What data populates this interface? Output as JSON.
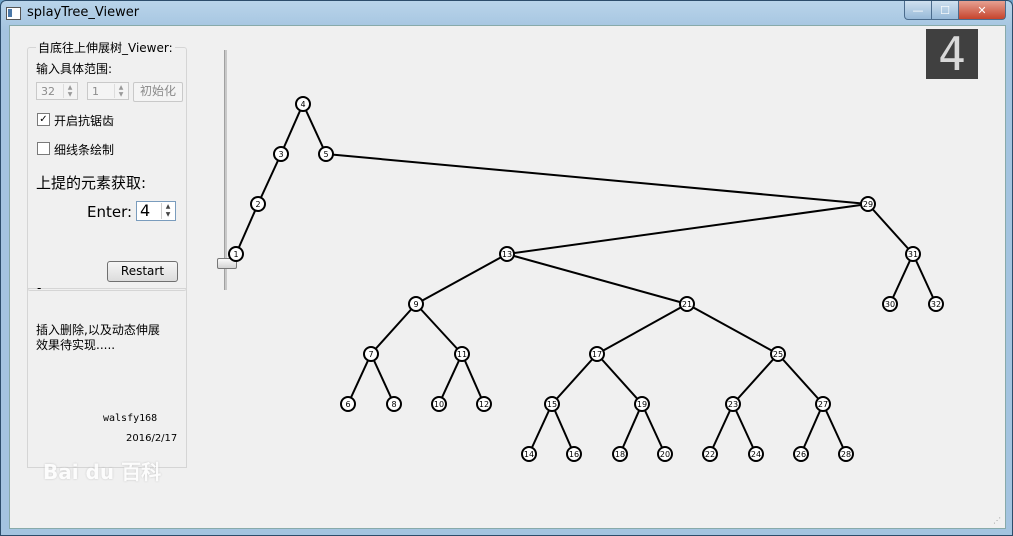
{
  "window": {
    "title": "splayTree_Viewer"
  },
  "controls": {
    "group_title": "自底往上伸展树_Viewer:",
    "range_label": "输入具体范围:",
    "range_max": "32",
    "range_min": "1",
    "init_button": "初始化",
    "antialias_label": "开启抗锯齿",
    "antialias_checked": "✓",
    "thin_lines_label": "细线条绘制",
    "lift_label": "上提的元素获取:",
    "enter_label": "Enter:",
    "enter_value": "4",
    "restart_button": "Restart"
  },
  "info": {
    "dash": "-",
    "note_line1": "插入删除,以及动态伸展",
    "note_line2": "效果待实现.....",
    "author": "walsfy168",
    "date": "2016/2/17"
  },
  "lcd_value": "4",
  "watermark": "Bai du 百科",
  "tree": {
    "nodes": [
      {
        "key": "4",
        "parent": null
      },
      {
        "key": "3",
        "parent": "4"
      },
      {
        "key": "5",
        "parent": "4"
      },
      {
        "key": "2",
        "parent": "3"
      },
      {
        "key": "1",
        "parent": "2"
      },
      {
        "key": "29",
        "parent": "5"
      },
      {
        "key": "13",
        "parent": "29"
      },
      {
        "key": "31",
        "parent": "29"
      },
      {
        "key": "30",
        "parent": "31"
      },
      {
        "key": "32",
        "parent": "31"
      },
      {
        "key": "9",
        "parent": "13"
      },
      {
        "key": "21",
        "parent": "13"
      },
      {
        "key": "7",
        "parent": "9"
      },
      {
        "key": "11",
        "parent": "9"
      },
      {
        "key": "6",
        "parent": "7"
      },
      {
        "key": "8",
        "parent": "7"
      },
      {
        "key": "10",
        "parent": "11"
      },
      {
        "key": "12",
        "parent": "11"
      },
      {
        "key": "17",
        "parent": "21"
      },
      {
        "key": "25",
        "parent": "21"
      },
      {
        "key": "15",
        "parent": "17"
      },
      {
        "key": "19",
        "parent": "17"
      },
      {
        "key": "23",
        "parent": "25"
      },
      {
        "key": "27",
        "parent": "25"
      },
      {
        "key": "14",
        "parent": "15"
      },
      {
        "key": "16",
        "parent": "15"
      },
      {
        "key": "18",
        "parent": "19"
      },
      {
        "key": "20",
        "parent": "19"
      },
      {
        "key": "22",
        "parent": "23"
      },
      {
        "key": "24",
        "parent": "23"
      },
      {
        "key": "26",
        "parent": "27"
      },
      {
        "key": "28",
        "parent": "27"
      }
    ]
  }
}
